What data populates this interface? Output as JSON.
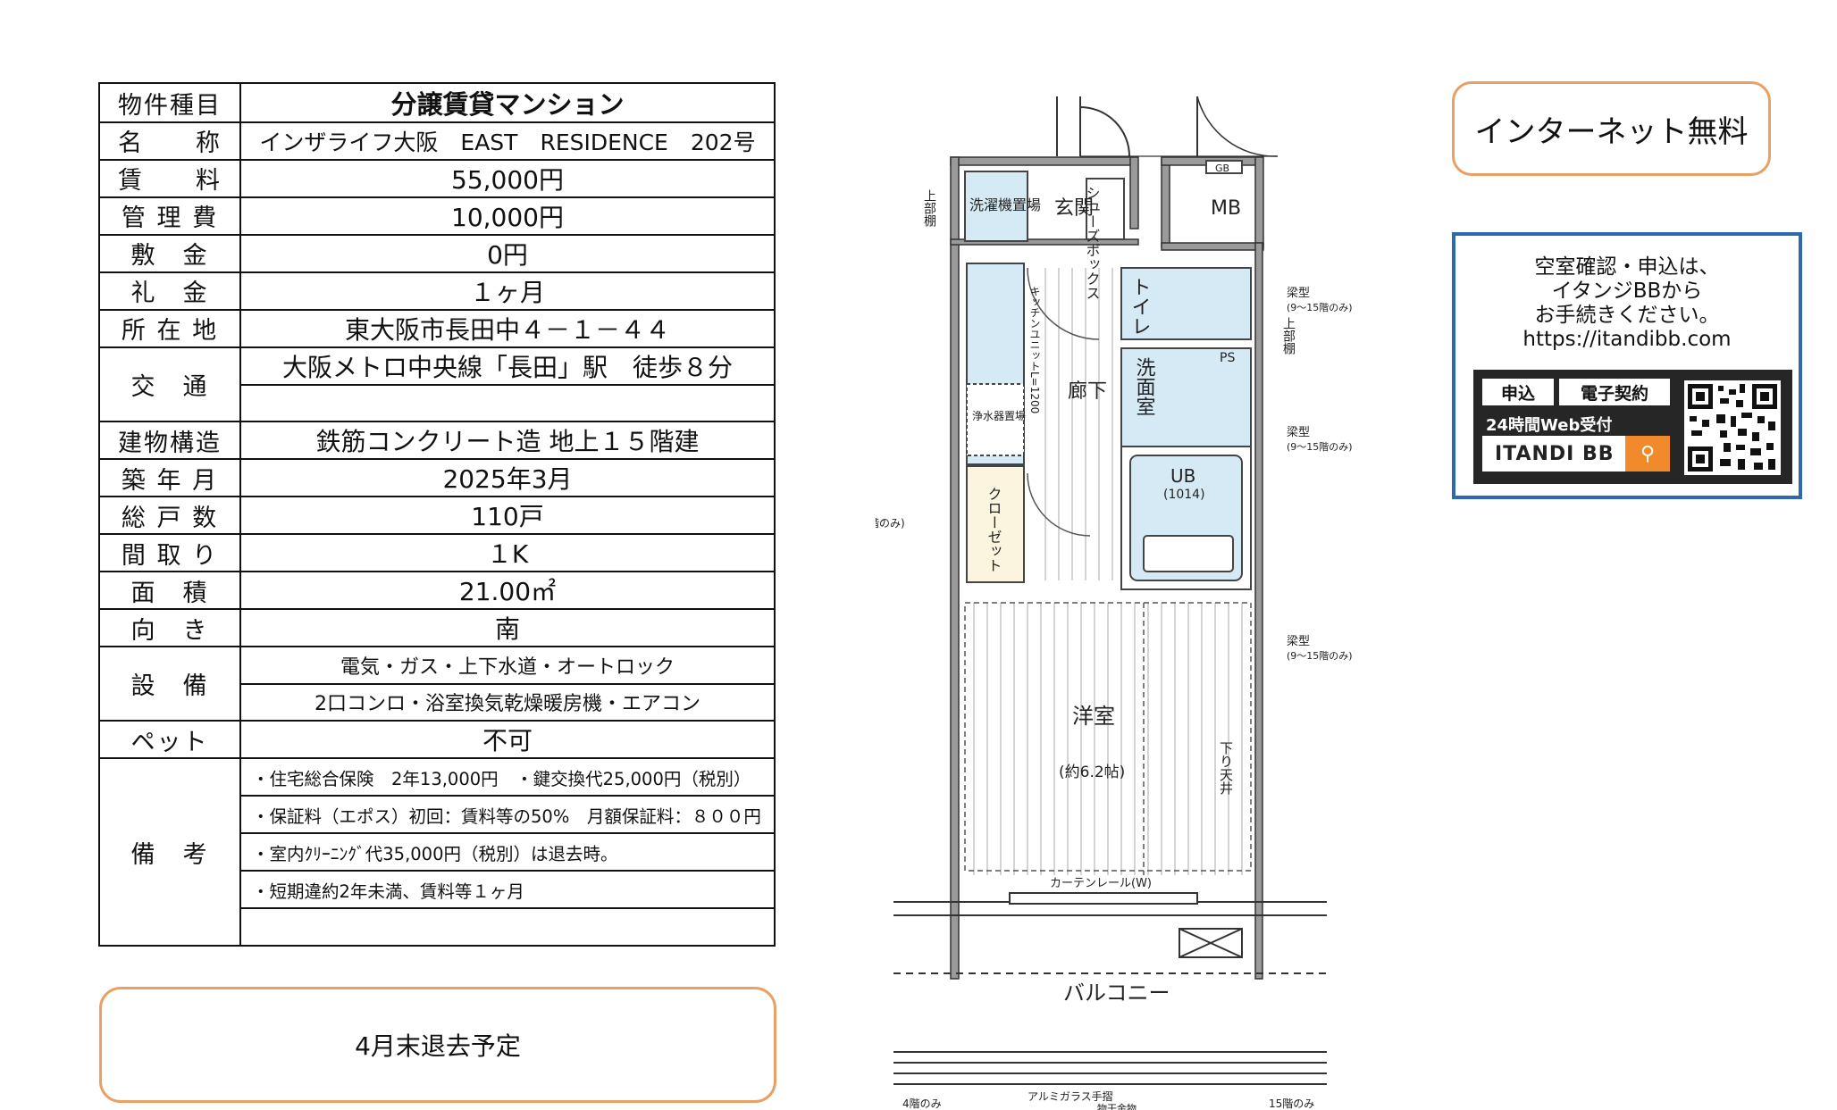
{
  "spec": {
    "type_label": "物件種目",
    "type_value": "分譲賃貸マンション",
    "name_label": "名　　称",
    "name_value": "インザライフ大阪　EAST　RESIDENCE　202号",
    "rent_label": "賃　　料",
    "rent_value": "55,000円",
    "mgmt_label": "管 理 費",
    "mgmt_value": "10,000円",
    "deposit_label": "敷　金",
    "deposit_value": "0円",
    "keymoney_label": "礼　金",
    "keymoney_value": "１ヶ月",
    "address_label": "所 在 地",
    "address_value": "東大阪市長田中４－１－４４",
    "access_label": "交　通",
    "access_value": "大阪メトロ中央線「長田」駅　徒歩８分",
    "structure_label": "建物構造",
    "structure_value": "鉄筋コンクリート造 地上１５階建",
    "built_label": "築 年 月",
    "built_value": "2025年3月",
    "units_label": "総 戸 数",
    "units_value": "110戸",
    "layout_label": "間 取 り",
    "layout_value": "１K",
    "area_label": "面　積",
    "area_value": "21.00㎡",
    "facing_label": "向　き",
    "facing_value": "南",
    "equip_label": "設　備",
    "equip_1": "電気・ガス・上下水道・オートロック",
    "equip_2": "2口コンロ・浴室換気乾燥暖房機・エアコン",
    "pet_label": "ペット",
    "pet_value": "不可",
    "notes_label": "備　考",
    "note_1": "・住宅総合保険　2年13,000円　・鍵交換代25,000円（税別）",
    "note_2": "・保証料（エポス）初回：賃料等の50%　月額保証料：８００円",
    "note_3": "・室内ｸﾘｰﾆﾝｸﾞ代35,000円（税別）は退去時。",
    "note_4": "・短期違約2年未満、賃料等１ヶ月"
  },
  "move_out_note": "4月末退去予定",
  "internet_badge": "インターネット無料",
  "itandi": {
    "line1": "空室確認・申込は、",
    "line2": "イタンジBBから",
    "line3": "お手続きください。",
    "url": "https://itandibb.com",
    "tag_apply": "申込",
    "tag_contract": "電子契約",
    "web": "24時間Web受付",
    "logo": "ITANDI BB"
  },
  "floorplan": {
    "entrance": "玄関",
    "mb": "MB",
    "gb": "GB",
    "shoebox": "シューズボックス",
    "washer": "洗濯機置場",
    "upper_shelf_l": "上部棚",
    "upper_shelf_r": "上部棚",
    "toilet": "トイレ",
    "washroom": "洗面室",
    "ps": "PS",
    "corridor": "廊下",
    "kitchen": "キッチンユニットL=1200",
    "water_heater": "浄水器置場",
    "closet": "クローゼット",
    "ub": "UB",
    "ub_size": "(1014)",
    "room": "洋室",
    "room_size": "(約6.2帖)",
    "ceiling": "下り天井",
    "curtain": "カーテンレール(W)",
    "balcony": "バルコニー",
    "beam1": "梁型",
    "beam1_note": "(9～15階のみ)",
    "beam2": "梁型",
    "beam2_note": "(9～15階のみ)",
    "beam3": "梁型",
    "beam3_note": "(9～15階のみ)",
    "left_note": "階のみ)",
    "handrail": "アルミガラス手摺",
    "drying": "物干金物",
    "floor4": "4階のみ",
    "floor15": "15階のみ"
  }
}
